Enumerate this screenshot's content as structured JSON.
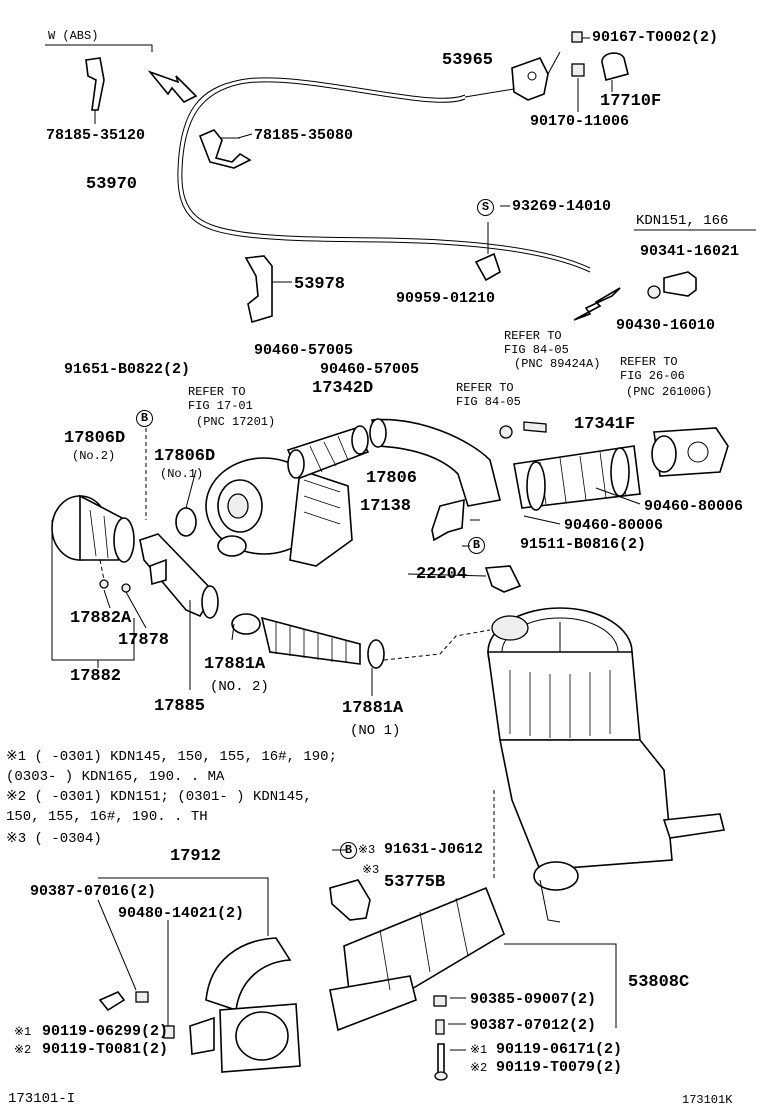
{
  "header": {
    "variant": "W (ABS)"
  },
  "parts": {
    "p90167": "90167-T0002(2)",
    "p53965": "53965",
    "p17710F": "17710F",
    "p90170": "90170-11006",
    "p78185_35120": "78185-35120",
    "p78185_35080": "78185-35080",
    "p53970": "53970",
    "p93269": "93269-14010",
    "kdn_note": "KDN151, 166",
    "p90341": "90341-16021",
    "p53978": "53978",
    "p90959": "90959-01210",
    "p90430": "90430-16010",
    "p91651": "91651-B0822(2)",
    "p90460_57005a": "90460-57005",
    "p90460_57005b": "90460-57005",
    "p17342D": "17342D",
    "p17806D": "17806D",
    "p17806D_no2": "(No.2)",
    "p17806D_b": "17806D",
    "p17806D_no1": "(No.1)",
    "p17806": "17806",
    "p17341F": "17341F",
    "p17138": "17138",
    "p90460_80006a": "90460-80006",
    "p90460_80006b": "90460-80006",
    "p91511": "91511-B0816(2)",
    "p22204": "22204",
    "p17882A": "17882A",
    "p17878": "17878",
    "p17882": "17882",
    "p17881A": "17881A",
    "p17881A_no2": "(NO. 2)",
    "p17885": "17885",
    "p17881A_b": "17881A",
    "p17881A_no1": "(NO 1)",
    "p17912": "17912",
    "p91631": "91631-J0612",
    "p53775B": "53775B",
    "p90387_07016": "90387-07016(2)",
    "p90480": "90480-14021(2)",
    "p53808C": "53808C",
    "p90385": "90385-09007(2)",
    "p90387_07012": "90387-07012(2)",
    "p90119_06299": "90119-06299(2)",
    "p90119_T0081": "90119-T0081(2)",
    "p90119_06171": "90119-06171(2)",
    "p90119_T0079": "90119-T0079(2)"
  },
  "refs": {
    "r1_a": "REFER TO",
    "r1_b": "FIG 17-01",
    "r1_c": "(PNC 17201)",
    "r2_a": "REFER TO",
    "r2_b": "FIG 84-05",
    "r2_c": "(PNC 89424A)",
    "r3_a": "REFER TO",
    "r3_b": "FIG 84-05",
    "r4_a": "REFER TO",
    "r4_b": "FIG 26-06",
    "r4_c": "(PNC 26100G)"
  },
  "markers": {
    "s": "S",
    "b": "B",
    "b2": "B",
    "b3": "B",
    "m3a": "※3",
    "m3b": "※3",
    "m1a": "※1",
    "m2a": "※2",
    "m1b": "※1",
    "m2b": "※2"
  },
  "notes": {
    "n1a": "※1 (     -0301) KDN145, 150, 155, 16#, 190;",
    "n1b": "   (0303-     ) KDN165, 190. . MA",
    "n2a": "※2 (     -0301) KDN151; (0301-     ) KDN145,",
    "n2b": "   150, 155, 16#, 190. . TH",
    "n3": "※3 (     -0304)"
  },
  "footer": {
    "left": "173101-I",
    "right": "173101K"
  }
}
